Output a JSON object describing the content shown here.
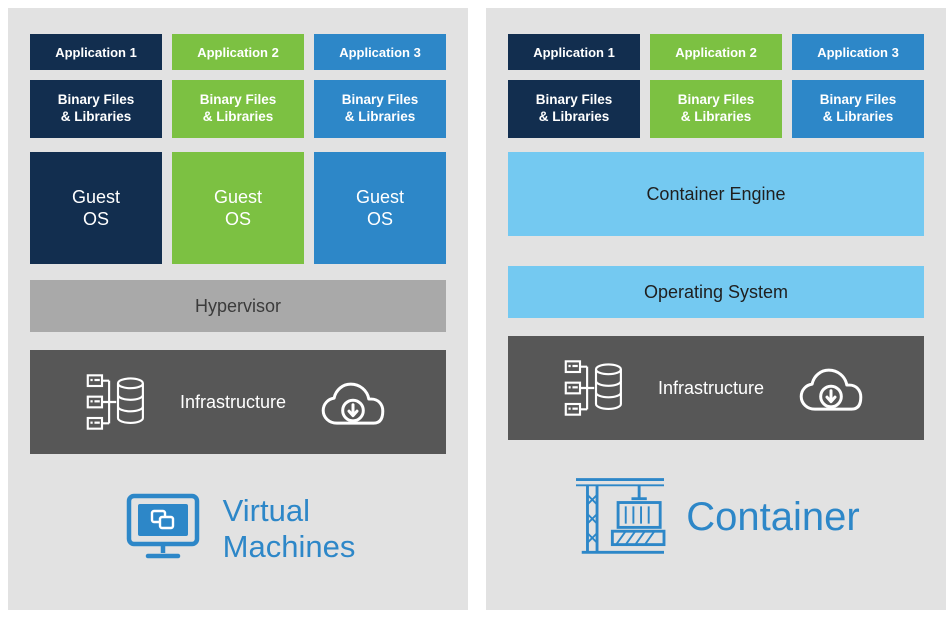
{
  "colors": {
    "navy": "#122e4f",
    "green": "#7cc142",
    "blue": "#2d87c8",
    "light_blue": "#74c9f1",
    "hypervisor_gray": "#a9a9a9",
    "infrastructure_gray": "#575757",
    "panel_background": "#e2e2e2",
    "caption_blue": "#2d87c8"
  },
  "left": {
    "apps": [
      "Application 1",
      "Application 2",
      "Application 3"
    ],
    "bins": [
      "Binary Files\n& Libraries",
      "Binary Files\n& Libraries",
      "Binary Files\n& Libraries"
    ],
    "guests": [
      "Guest\nOS",
      "Guest\nOS",
      "Guest\nOS"
    ],
    "hypervisor": "Hypervisor",
    "infrastructure": "Infrastructure",
    "caption": "Virtual\nMachines"
  },
  "right": {
    "apps": [
      "Application 1",
      "Application 2",
      "Application 3"
    ],
    "bins": [
      "Binary Files\n& Libraries",
      "Binary Files\n& Libraries",
      "Binary Files\n& Libraries"
    ],
    "container_engine": "Container Engine",
    "operating_system": "Operating System",
    "infrastructure": "Infrastructure",
    "caption": "Container"
  },
  "icons": {
    "servers_database": "servers-database-icon",
    "cloud_download": "cloud-download-icon",
    "virtual_machine": "virtual-machine-monitor-icon",
    "container_crane": "container-crane-icon"
  }
}
